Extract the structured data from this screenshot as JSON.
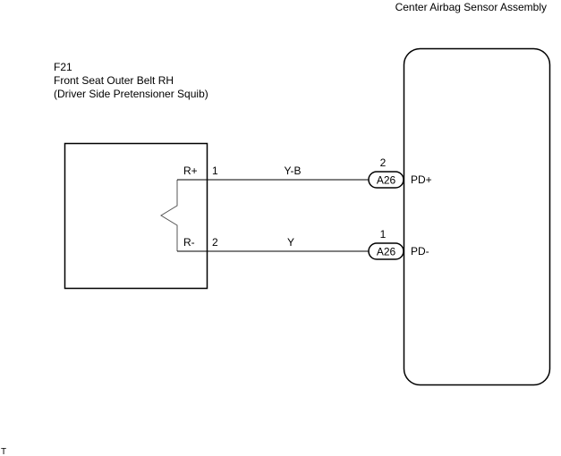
{
  "diagram": {
    "ecu": {
      "title": "Center Airbag Sensor Assembly",
      "terminals": [
        {
          "name": "PD+",
          "connector": "A26",
          "pin": "2"
        },
        {
          "name": "PD-",
          "connector": "A26",
          "pin": "1"
        }
      ]
    },
    "component": {
      "code": "F21",
      "name": "Front Seat Outer Belt RH",
      "description": "(Driver Side Pretensioner Squib)",
      "terminals": [
        {
          "name": "R+",
          "pin": "1"
        },
        {
          "name": "R-",
          "pin": "2"
        }
      ],
      "symbol": "squib-icon"
    },
    "wires": [
      {
        "color": "Y-B",
        "from_pin": "1",
        "to_terminal": "PD+"
      },
      {
        "color": "Y",
        "from_pin": "2",
        "to_terminal": "PD-"
      }
    ],
    "footer_mark": "T"
  }
}
